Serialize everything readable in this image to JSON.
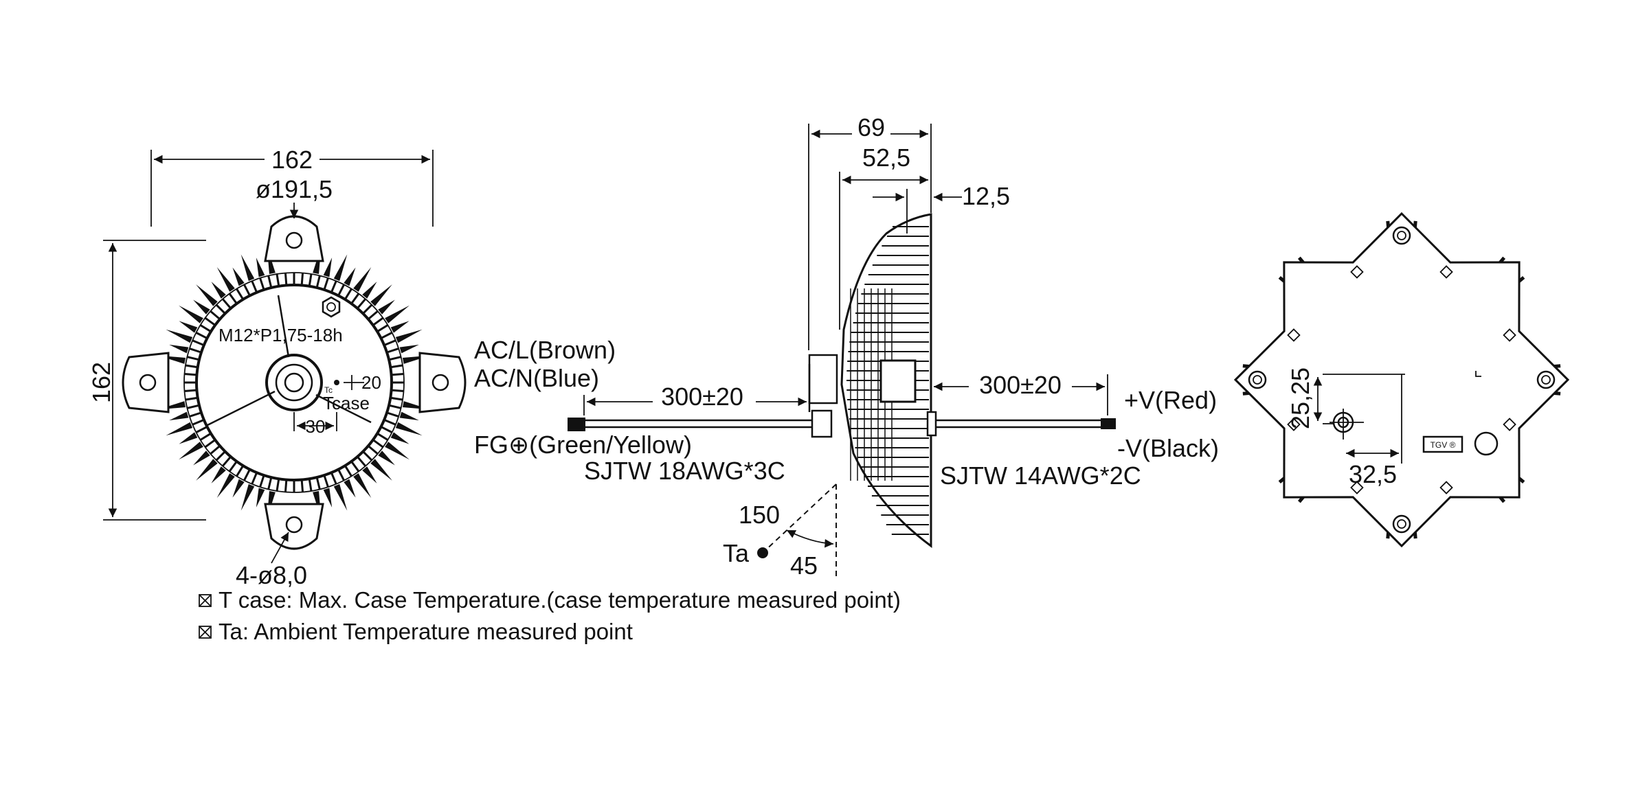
{
  "front_view": {
    "width_dim": "162",
    "height_dim": "162",
    "diameter": "ø191,5",
    "thread": "M12*P1,75-18h",
    "tc_mark": "Tc",
    "tcase": "Tcase",
    "tc_offset": "20",
    "tc_offset2": "30",
    "holes": "4-ø8,0"
  },
  "side_view": {
    "dim_69": "69",
    "dim_52_5": "52,5",
    "dim_12_5": "12,5",
    "acl": "AC/L(Brown)",
    "acn": "AC/N(Blue)",
    "fg": "FG⊕(Green/Yellow)",
    "cable_in": "SJTW 18AWG*3C",
    "len_in": "300±20",
    "len_out": "300±20",
    "vplus": "+V(Red)",
    "vminus": "-V(Black)",
    "cable_out": "SJTW 14AWG*2C",
    "ta_dist": "150",
    "ta": "Ta",
    "ta_angle": "45"
  },
  "back_view": {
    "dim_25_25": "25,25",
    "dim_32_5": "32,5",
    "label_box": "TGV ®"
  },
  "notes": [
    "T case: Max. Case Temperature.(case temperature measured point)",
    "Ta: Ambient Temperature measured point"
  ],
  "note_marker": "⊠"
}
